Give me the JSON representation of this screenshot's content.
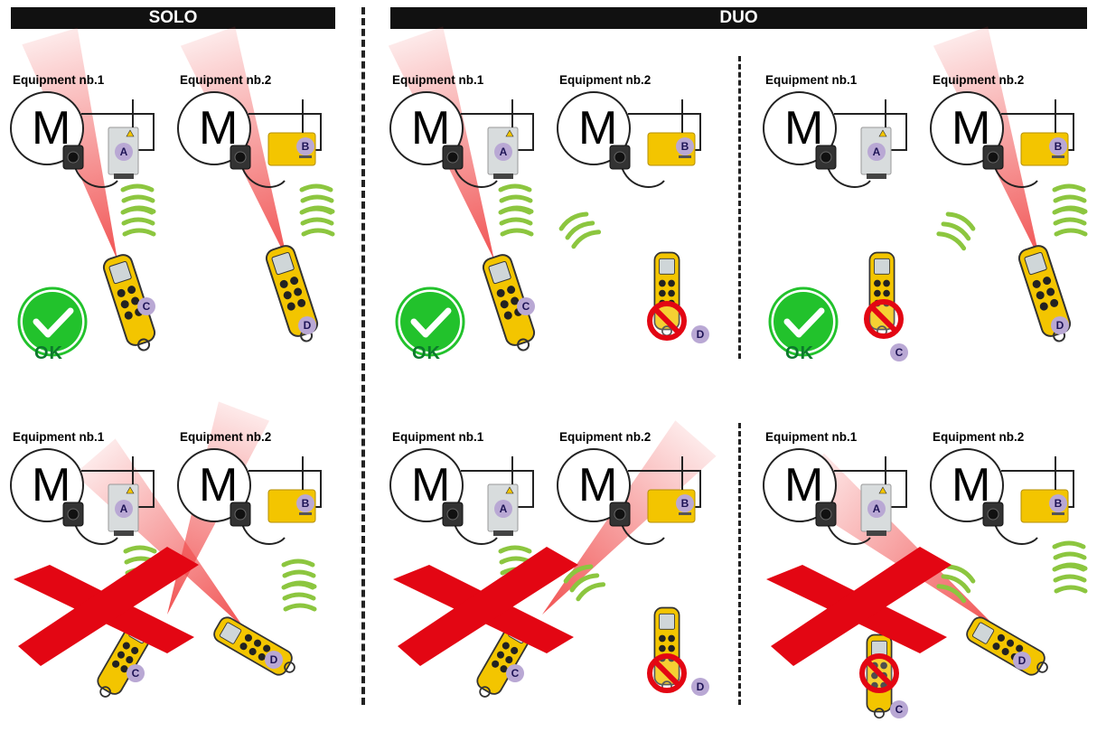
{
  "headers": {
    "solo": "SOLO",
    "duo": "DUO"
  },
  "labels": {
    "equipment1": "Equipment nb.1",
    "equipment2": "Equipment nb.2",
    "motor": "M",
    "ok": "OK",
    "receiver_a": "A",
    "receiver_b": "B",
    "remote_c": "C",
    "remote_d": "D"
  },
  "colors": {
    "receiver_a": "#d8dcdd",
    "receiver_b": "#f3c500",
    "remote_body": "#f3c500",
    "beam": "#f04a4a",
    "wave": "#8cc63f",
    "ok_check": "#22c22c",
    "ok_text": "#0c7a2c",
    "cross": "#e30613",
    "forbidden": "#e30613",
    "badge": "#b9a8d4"
  },
  "panels": [
    {
      "group": "solo",
      "row": "top",
      "scenario": "ok"
    },
    {
      "group": "solo",
      "row": "bottom",
      "scenario": "not-allowed"
    },
    {
      "group": "duo",
      "row": "top",
      "scenario": "ok"
    },
    {
      "group": "duo",
      "row": "top",
      "scenario": "ok"
    },
    {
      "group": "duo",
      "row": "bottom",
      "scenario": "not-allowed"
    },
    {
      "group": "duo",
      "row": "bottom",
      "scenario": "not-allowed"
    }
  ],
  "icons": [
    "motor-icon",
    "start-button-icon",
    "receiver-icon",
    "antenna-icon",
    "radio-wave-icon",
    "remote-control-icon",
    "beam-icon",
    "ok-check-icon",
    "forbidden-icon",
    "red-cross-icon"
  ]
}
